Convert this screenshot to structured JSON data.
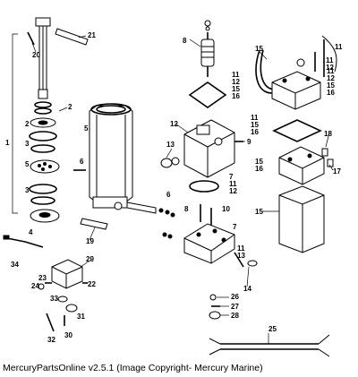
{
  "caption": "MercuryPartsOnline v2.5.1 (Image Copyright- Mercury Marine)",
  "callouts": [
    "1",
    "2",
    "3",
    "4",
    "5",
    "6",
    "7",
    "8",
    "9",
    "10",
    "11",
    "12",
    "13",
    "14",
    "15",
    "16",
    "17",
    "18",
    "19",
    "20",
    "21",
    "22",
    "23",
    "24",
    "25",
    "26",
    "27",
    "28",
    "29",
    "30",
    "31",
    "32",
    "33",
    "34"
  ],
  "groups": {
    "g_11_12_15_16_a": "11\n12\n15\n16",
    "g_11_15_16": "11\n15\n16",
    "g_11_12": "11\n12",
    "g_11_12_15_16_b": "11\n12\n15\n16",
    "g_15_16": "15\n16",
    "g_7_11_12": "7\n11\n12",
    "g_11_13": "11\n13"
  }
}
